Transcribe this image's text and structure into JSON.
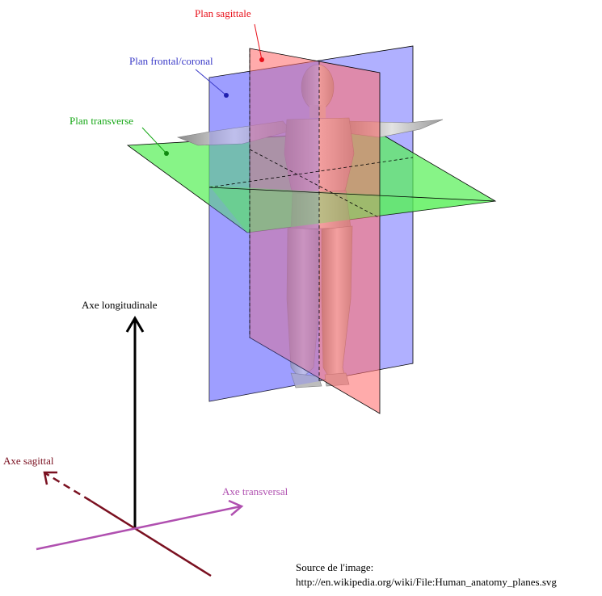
{
  "labels": {
    "plan_sagittale": "Plan sagittale",
    "plan_frontal": "Plan frontal/coronal",
    "plan_transverse": "Plan transverse",
    "axe_longitudinale": "Axe longitudinale",
    "axe_sagittal": "Axe sagittal",
    "axe_transversal": "Axe transversal"
  },
  "source": {
    "title": "Source de l'image:",
    "url": "http://en.wikipedia.org/wiki/File:Human_anatomy_planes.svg"
  },
  "colors": {
    "sagittal_plane": "#ff6f6f",
    "frontal_plane": "#7f7fff",
    "transverse_plane": "#59f059",
    "sagittal_label": "#e8101a",
    "frontal_label": "#3a3ac8",
    "transverse_label": "#18a818",
    "axis_longitudinal": "#000000",
    "axis_sagittal": "#7a1020",
    "axis_transversal": "#b050b0"
  }
}
